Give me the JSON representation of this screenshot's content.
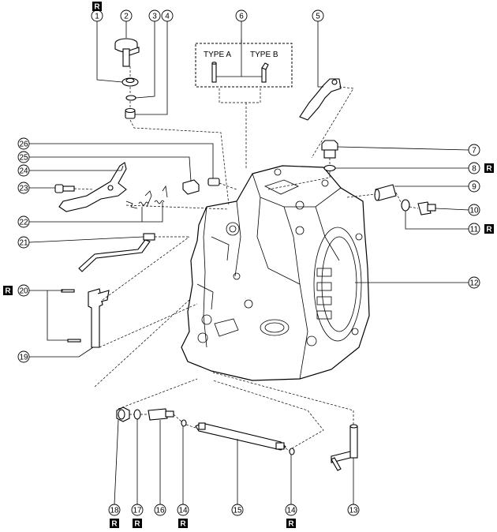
{
  "labels": {
    "type_a": "TYPE A",
    "type_b": "TYPE B",
    "replace_badge": "R"
  },
  "callouts": [
    {
      "id": "c1",
      "num": "1",
      "badge": true
    },
    {
      "id": "c2",
      "num": "2",
      "badge": false
    },
    {
      "id": "c3",
      "num": "3",
      "badge": false
    },
    {
      "id": "c4",
      "num": "4",
      "badge": false
    },
    {
      "id": "c5",
      "num": "5",
      "badge": false
    },
    {
      "id": "c6",
      "num": "6",
      "badge": false
    },
    {
      "id": "c7",
      "num": "7",
      "badge": false
    },
    {
      "id": "c8",
      "num": "8",
      "badge": true
    },
    {
      "id": "c9",
      "num": "9",
      "badge": false
    },
    {
      "id": "c10",
      "num": "10",
      "badge": false
    },
    {
      "id": "c11",
      "num": "11",
      "badge": true
    },
    {
      "id": "c12",
      "num": "12",
      "badge": false
    },
    {
      "id": "c13",
      "num": "13",
      "badge": false
    },
    {
      "id": "c14a",
      "num": "14",
      "badge": true
    },
    {
      "id": "c14b",
      "num": "14",
      "badge": true
    },
    {
      "id": "c15",
      "num": "15",
      "badge": false
    },
    {
      "id": "c16",
      "num": "16",
      "badge": false
    },
    {
      "id": "c17",
      "num": "17",
      "badge": true
    },
    {
      "id": "c18",
      "num": "18",
      "badge": true
    },
    {
      "id": "c19",
      "num": "19",
      "badge": false
    },
    {
      "id": "c20",
      "num": "20",
      "badge": true
    },
    {
      "id": "c21",
      "num": "21",
      "badge": false
    },
    {
      "id": "c22",
      "num": "22",
      "badge": false
    },
    {
      "id": "c23",
      "num": "23",
      "badge": false
    },
    {
      "id": "c24",
      "num": "24",
      "badge": false
    },
    {
      "id": "c25",
      "num": "25",
      "badge": false
    },
    {
      "id": "c26",
      "num": "26",
      "badge": false
    }
  ]
}
